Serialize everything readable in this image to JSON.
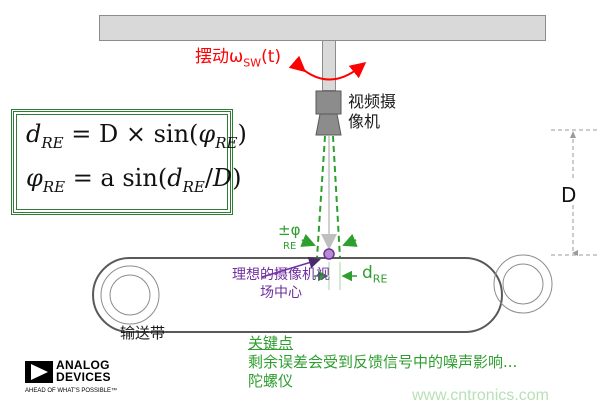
{
  "diagram": {
    "swing_label": {
      "main": "摆动ω",
      "sub": "SW",
      "suffix": "(t)"
    },
    "camera_label": "视频摄像机",
    "formulas": {
      "line1": {
        "lhs": "d",
        "lhs_sub": "RE",
        "eq": " = D × sin(",
        "phi": "φ",
        "phi_sub": "RE",
        "close": ")"
      },
      "line2": {
        "lhs": "φ",
        "lhs_sub": "RE",
        "eq": " = a sin(",
        "num": "d",
        "num_sub": "RE",
        "den": "D",
        "close": ")"
      }
    },
    "distance_label": "D",
    "phi_label": {
      "main": "±φ",
      "sub": "RE"
    },
    "dre_label": {
      "main": "d",
      "sub": "RE"
    },
    "center_label": {
      "line1": "理想的摄像机视",
      "line2": "场中心"
    },
    "belt_label": "输送带",
    "key_points": {
      "title": "关键点",
      "lines": [
        "剩余误差会受到反馈信号中的噪声影响...",
        "陀螺仪"
      ]
    },
    "logo": {
      "line1": "ANALOG",
      "line2": "DEVICES",
      "tagline": "AHEAD OF WHAT'S POSSIBLE™"
    },
    "watermark": "www.cntronics.com",
    "colors": {
      "swing": "#ff0000",
      "green": "#2e9e2e",
      "purple": "#7030a0",
      "frame": "#d9d9d9",
      "box_border": "#2e7d32"
    }
  }
}
